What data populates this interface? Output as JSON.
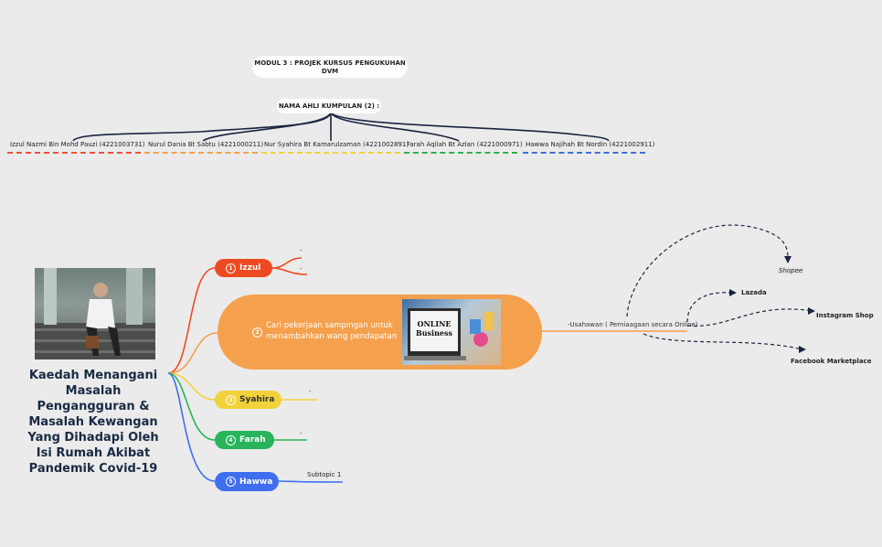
{
  "header": {
    "module_title": "MODUL 3 : PROJEK KURSUS PENGUKUHAN DVM",
    "members_heading": "NAMA AHLI KUMPULAN (2) :"
  },
  "members": [
    {
      "name": "Izzul Nazmi Bin Mohd Pauzi (4221003731)",
      "color": "#e8513a"
    },
    {
      "name": "Nurul Dania Bt Sabtu (4221000211)",
      "color": "#f4a04a"
    },
    {
      "name": "Nur Syahira Bt Kamarulzaman (4221002891)",
      "color": "#f2d23a"
    },
    {
      "name": "Farah Aqilah Bt Azlan (4221000971)",
      "color": "#2db34a"
    },
    {
      "name": "Hawwa Najihah Bt Nordin (4221002911)",
      "color": "#3b6fe0"
    }
  ],
  "root": {
    "title": "Kaedah Menangani Masalah Pengangguran & Masalah Kewangan Yang Dihadapi Oleh Isi Rumah Akibat Pandemik Covid-19",
    "image_icon": "stressed-man-photo"
  },
  "branches": [
    {
      "num": "1",
      "label": "Izzul",
      "color": "#ee4a22",
      "sub": [
        "-",
        "-"
      ]
    },
    {
      "num": "2",
      "label": "Cari pekerjaan sampingan untuk menambahkan wang pendapatan",
      "color": "#f5a04c",
      "image_icon": "online-business-laptop",
      "image_text": "ONLINE Business"
    },
    {
      "num": "3",
      "label": "Syahira",
      "color": "#f2d23a",
      "sub": [
        "-"
      ]
    },
    {
      "num": "4",
      "label": "Farah",
      "color": "#27b45a",
      "sub": [
        "-"
      ]
    },
    {
      "num": "5",
      "label": "Hawwa",
      "color": "#3f6ef0",
      "sub": [
        "Subtopic 1"
      ]
    }
  ],
  "usahawan": {
    "label": "-Usahawan ( Perniaagaan secara Online)",
    "targets": [
      "Shopee",
      "Lazada",
      "Instagram Shop",
      "Facebook Marketplace"
    ]
  }
}
